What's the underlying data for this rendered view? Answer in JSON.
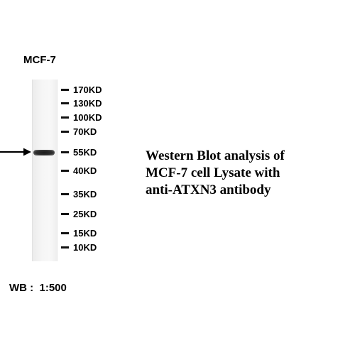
{
  "lane": {
    "label": "MCF-7"
  },
  "markers": [
    {
      "label": "170KD"
    },
    {
      "label": "130KD"
    },
    {
      "label": "100KD"
    },
    {
      "label": "70KD"
    },
    {
      "label": "55KD"
    },
    {
      "label": "40KD"
    },
    {
      "label": "35KD"
    },
    {
      "label": "25KD"
    },
    {
      "label": "15KD"
    },
    {
      "label": "10KD"
    }
  ],
  "caption": {
    "line1": "Western Blot analysis of",
    "line2": "MCF-7 cell Lysate with",
    "line3": "anti-ATXN3 antibody"
  },
  "dilution": {
    "text": "WB :  1:500"
  },
  "colors": {
    "band": "#1c1c1c",
    "text": "#000000",
    "background": "#ffffff"
  },
  "icons": {
    "pointer": "arrow-right-icon"
  }
}
